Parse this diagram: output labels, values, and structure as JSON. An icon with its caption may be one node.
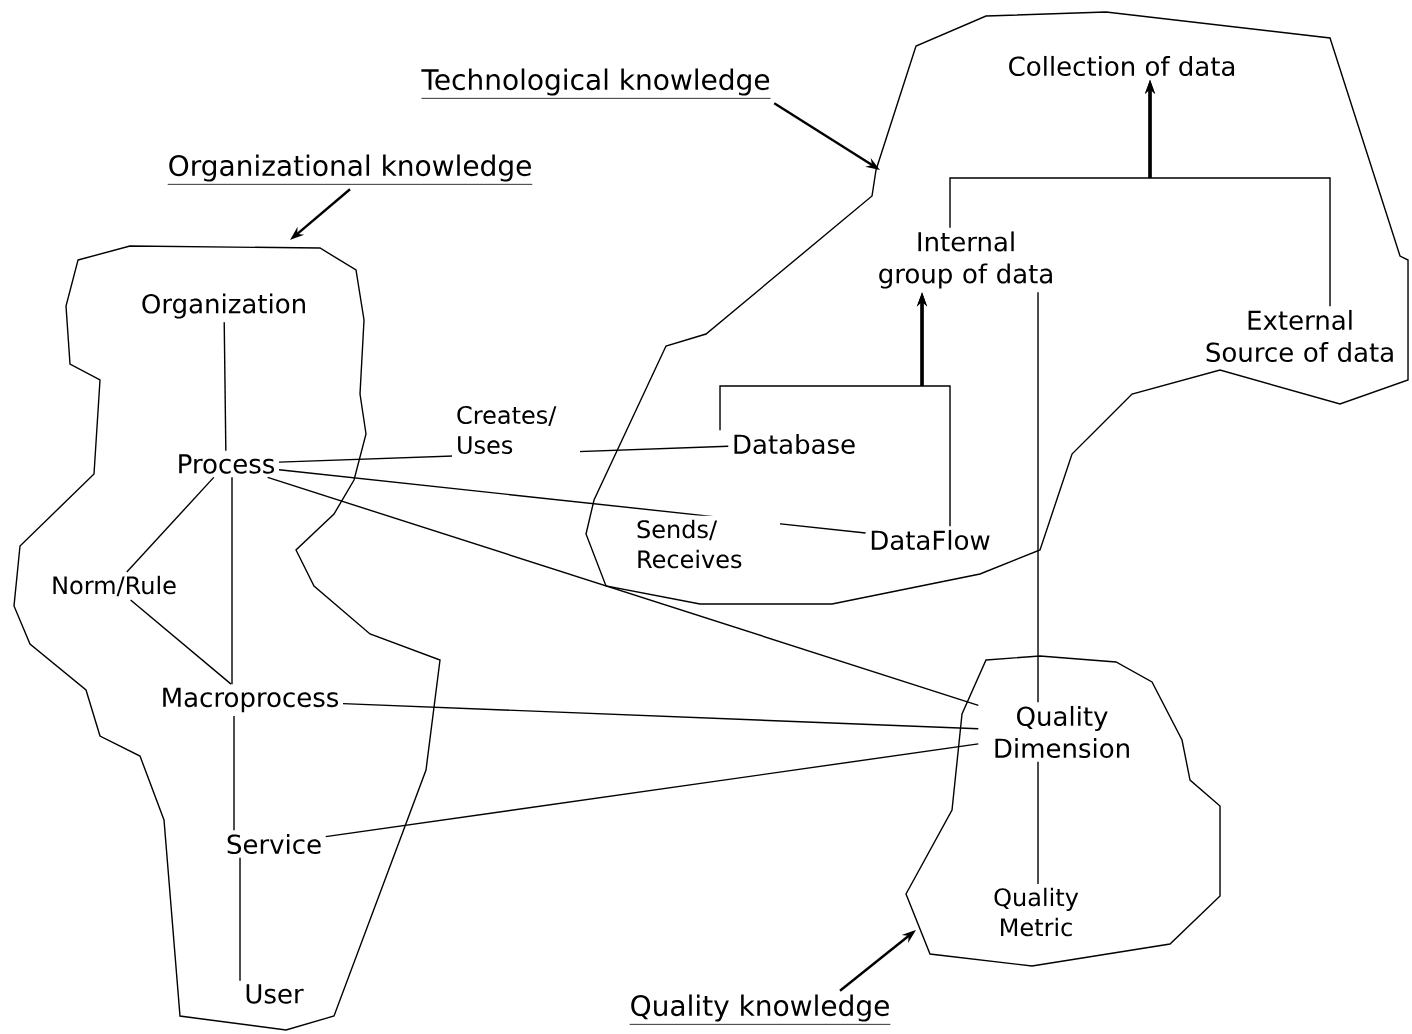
{
  "diagram": {
    "nodes": [
      {
        "text": [
          "Technological knowledge"
        ]
      },
      {
        "text": [],
        "shape": "cloud"
      },
      {
        "text": [
          "Collection of data"
        ],
        "in": 1
      },
      {
        "text": [
          "Internal group of data"
        ],
        "in": 1
      },
      {
        "text": [
          "External Source of data"
        ],
        "in": 1
      },
      {
        "text": [
          "Database"
        ],
        "in": 1
      },
      {
        "text": [
          "DataFlow"
        ],
        "in": 1
      },
      {
        "text": [
          "Organizational knowledge"
        ]
      },
      {
        "text": [],
        "shape": "cloud"
      },
      {
        "text": [
          "Organization"
        ],
        "in": 8
      },
      {
        "text": [
          "Process"
        ],
        "in": 8
      },
      {
        "text": [
          "Norm/Rule"
        ],
        "in": 8
      },
      {
        "text": [
          "Macroprocess"
        ],
        "in": 8
      },
      {
        "text": [
          "Service"
        ],
        "in": 8
      },
      {
        "text": [
          "User"
        ],
        "in": 8
      },
      {
        "text": [],
        "shape": "cloud"
      },
      {
        "text": [
          "Quality Dimension"
        ],
        "in": 15
      },
      {
        "text": [
          "Quality Metric"
        ],
        "in": 15
      },
      {
        "text": [
          "Quality knowledge"
        ]
      }
    ],
    "edges": [
      {
        "from": 0,
        "to": 1,
        "arrow": "to"
      },
      {
        "from": 7,
        "to": 8,
        "arrow": "to"
      },
      {
        "from": 18,
        "to": 15,
        "arrow": "to"
      },
      {
        "from": 3,
        "to": 2,
        "arrow": "to"
      },
      {
        "from": 4,
        "to": 2,
        "arrow": "to"
      },
      {
        "from": 5,
        "to": 3,
        "arrow": "to"
      },
      {
        "from": 6,
        "to": 3,
        "arrow": "to"
      },
      {
        "from": 3,
        "to": 16,
        "arrow": "none"
      },
      {
        "from": 9,
        "to": 10,
        "arrow": "none"
      },
      {
        "from": 10,
        "to": 12,
        "arrow": "none"
      },
      {
        "from": 10,
        "to": 11,
        "arrow": "none"
      },
      {
        "from": 11,
        "to": 12,
        "arrow": "none"
      },
      {
        "from": 12,
        "to": 13,
        "arrow": "none"
      },
      {
        "from": 13,
        "to": 14,
        "arrow": "none"
      },
      {
        "from": 10,
        "to": 5,
        "arrow": "none",
        "label": "Creates/ Uses"
      },
      {
        "from": 10,
        "to": 6,
        "arrow": "none",
        "label": "Sends/ Receives"
      },
      {
        "from": 10,
        "to": 16,
        "arrow": "none"
      },
      {
        "from": 12,
        "to": 16,
        "arrow": "none"
      },
      {
        "from": 13,
        "to": 16,
        "arrow": "none"
      },
      {
        "from": 16,
        "to": 17,
        "arrow": "none"
      }
    ]
  }
}
